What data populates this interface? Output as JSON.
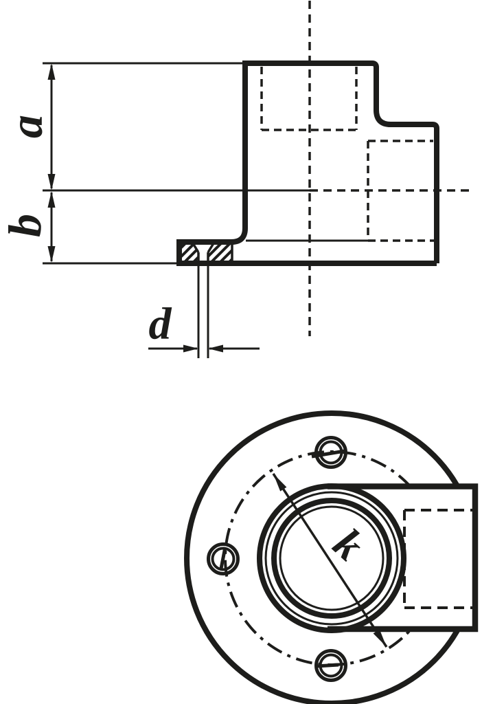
{
  "drawing": {
    "type": "technical-drawing",
    "background": "#ffffff",
    "line_color": "#1d1d1b",
    "labels": {
      "a": "a",
      "b": "b",
      "d": "d",
      "k": "k"
    }
  }
}
